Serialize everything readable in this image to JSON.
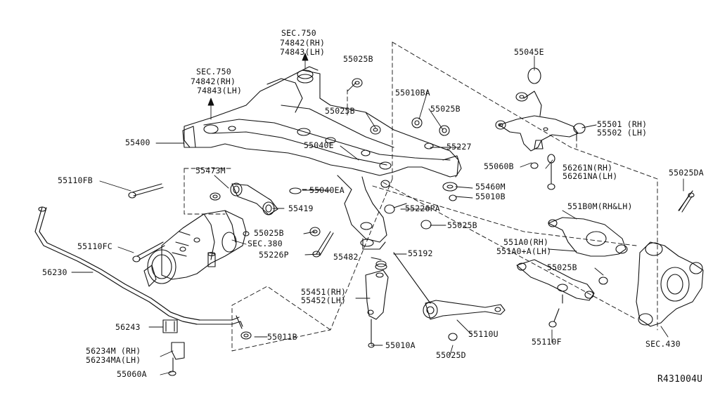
{
  "diagram": {
    "drawing_id": "R431004U",
    "callouts": [
      {
        "id": "sec750_left_title",
        "text": "SEC.750"
      },
      {
        "id": "sec750_left_rh",
        "text": "74842(RH)"
      },
      {
        "id": "sec750_left_lh",
        "text": "74843(LH)"
      },
      {
        "id": "sec750_top_title",
        "text": "SEC.750"
      },
      {
        "id": "sec750_top_rh",
        "text": "74842(RH)"
      },
      {
        "id": "sec750_top_lh",
        "text": "74843(LH)"
      },
      {
        "id": "p55025B_1",
        "text": "55025B"
      },
      {
        "id": "p55010BA",
        "text": "55010BA"
      },
      {
        "id": "p55025B_2",
        "text": "55025B"
      },
      {
        "id": "p55025B_3",
        "text": "55025B"
      },
      {
        "id": "p55045E",
        "text": "55045E"
      },
      {
        "id": "p55501",
        "text": "55501 (RH)"
      },
      {
        "id": "p55502",
        "text": "55502 (LH)"
      },
      {
        "id": "p55400",
        "text": "55400"
      },
      {
        "id": "p55040E",
        "text": "55040E"
      },
      {
        "id": "p55227",
        "text": "55227"
      },
      {
        "id": "p55060B",
        "text": "55060B"
      },
      {
        "id": "p56261N",
        "text": "56261N(RH)"
      },
      {
        "id": "p56261NA",
        "text": "56261NA(LH)"
      },
      {
        "id": "p55025DA",
        "text": "55025DA"
      },
      {
        "id": "p55473M",
        "text": "55473M"
      },
      {
        "id": "p55110FB",
        "text": "55110FB"
      },
      {
        "id": "p55040EA",
        "text": "55040EA"
      },
      {
        "id": "p55460M",
        "text": "55460M"
      },
      {
        "id": "p55010B",
        "text": "55010B"
      },
      {
        "id": "p55419",
        "text": "55419"
      },
      {
        "id": "p55226PA",
        "text": "55226PA"
      },
      {
        "id": "p551B0M",
        "text": "551B0M(RH&LH)"
      },
      {
        "id": "p55025B_4",
        "text": "55025B"
      },
      {
        "id": "p55025B_5",
        "text": "55025B"
      },
      {
        "id": "p551A0",
        "text": "551A0(RH)"
      },
      {
        "id": "p551A0A",
        "text": "551A0+A(LH)"
      },
      {
        "id": "p55110FC",
        "text": "55110FC"
      },
      {
        "id": "sec380",
        "text": "SEC.380"
      },
      {
        "id": "p55226P",
        "text": "55226P"
      },
      {
        "id": "p55482",
        "text": "55482"
      },
      {
        "id": "p55192",
        "text": "55192"
      },
      {
        "id": "p55025B_6",
        "text": "55025B"
      },
      {
        "id": "p56230",
        "text": "56230"
      },
      {
        "id": "p55451",
        "text": "55451(RH)"
      },
      {
        "id": "p55452",
        "text": "55452(LH)"
      },
      {
        "id": "p56243",
        "text": "56243"
      },
      {
        "id": "p55011B",
        "text": "55011B"
      },
      {
        "id": "p55110U",
        "text": "55110U"
      },
      {
        "id": "p55110F",
        "text": "55110F"
      },
      {
        "id": "sec430",
        "text": "SEC.430"
      },
      {
        "id": "p56234M",
        "text": "56234M (RH)"
      },
      {
        "id": "p56234MA",
        "text": "56234MA(LH)"
      },
      {
        "id": "p55010A",
        "text": "55010A"
      },
      {
        "id": "p55025D",
        "text": "55025D"
      },
      {
        "id": "p55060A",
        "text": "55060A"
      }
    ]
  }
}
